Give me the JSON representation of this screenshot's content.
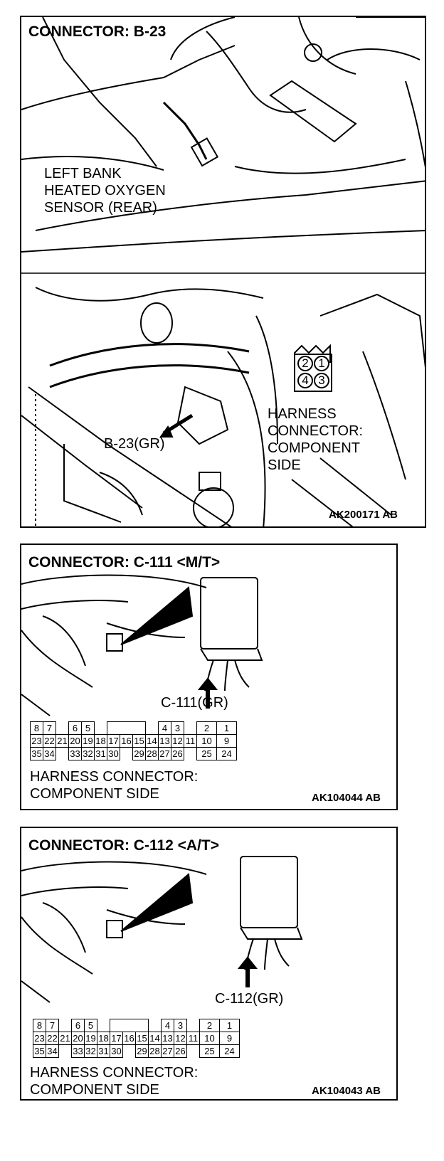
{
  "panel1": {
    "title": "CONNECTOR: B-23",
    "sensor_label": [
      "LEFT BANK",
      "HEATED OXYGEN",
      "SENSOR (REAR)"
    ],
    "connector_id": "B-23(GR)",
    "pins": [
      "2",
      "1",
      "4",
      "3"
    ],
    "harness_label": [
      "HARNESS",
      "CONNECTOR:",
      "COMPONENT",
      "SIDE"
    ],
    "code": "AK200171 AB"
  },
  "panel2": {
    "title": "CONNECTOR: C-111 <M/T>",
    "connector_id": "C-111(GR)",
    "rows": [
      [
        "8",
        "7",
        "",
        "6",
        "5",
        "",
        "",
        "",
        "",
        "4",
        "3",
        "",
        "2",
        "1"
      ],
      [
        "23",
        "22",
        "21",
        "20",
        "19",
        "18",
        "17",
        "16",
        "15",
        "14",
        "13",
        "12",
        "11",
        "10",
        "9"
      ],
      [
        "35",
        "34",
        "",
        "33",
        "32",
        "31",
        "30",
        "",
        "29",
        "28",
        "27",
        "26",
        "",
        "25",
        "24"
      ]
    ],
    "harness_label": [
      "HARNESS CONNECTOR:",
      "COMPONENT SIDE"
    ],
    "code": "AK104044 AB"
  },
  "panel3": {
    "title": "CONNECTOR: C-112 <A/T>",
    "connector_id": "C-112(GR)",
    "rows": [
      [
        "8",
        "7",
        "",
        "6",
        "5",
        "",
        "",
        "",
        "",
        "4",
        "3",
        "",
        "2",
        "1"
      ],
      [
        "23",
        "22",
        "21",
        "20",
        "19",
        "18",
        "17",
        "16",
        "15",
        "14",
        "13",
        "12",
        "11",
        "10",
        "9"
      ],
      [
        "35",
        "34",
        "",
        "33",
        "32",
        "31",
        "30",
        "",
        "29",
        "28",
        "27",
        "26",
        "",
        "25",
        "24"
      ]
    ],
    "harness_label": [
      "HARNESS CONNECTOR:",
      "COMPONENT SIDE"
    ],
    "code": "AK104043 AB"
  }
}
